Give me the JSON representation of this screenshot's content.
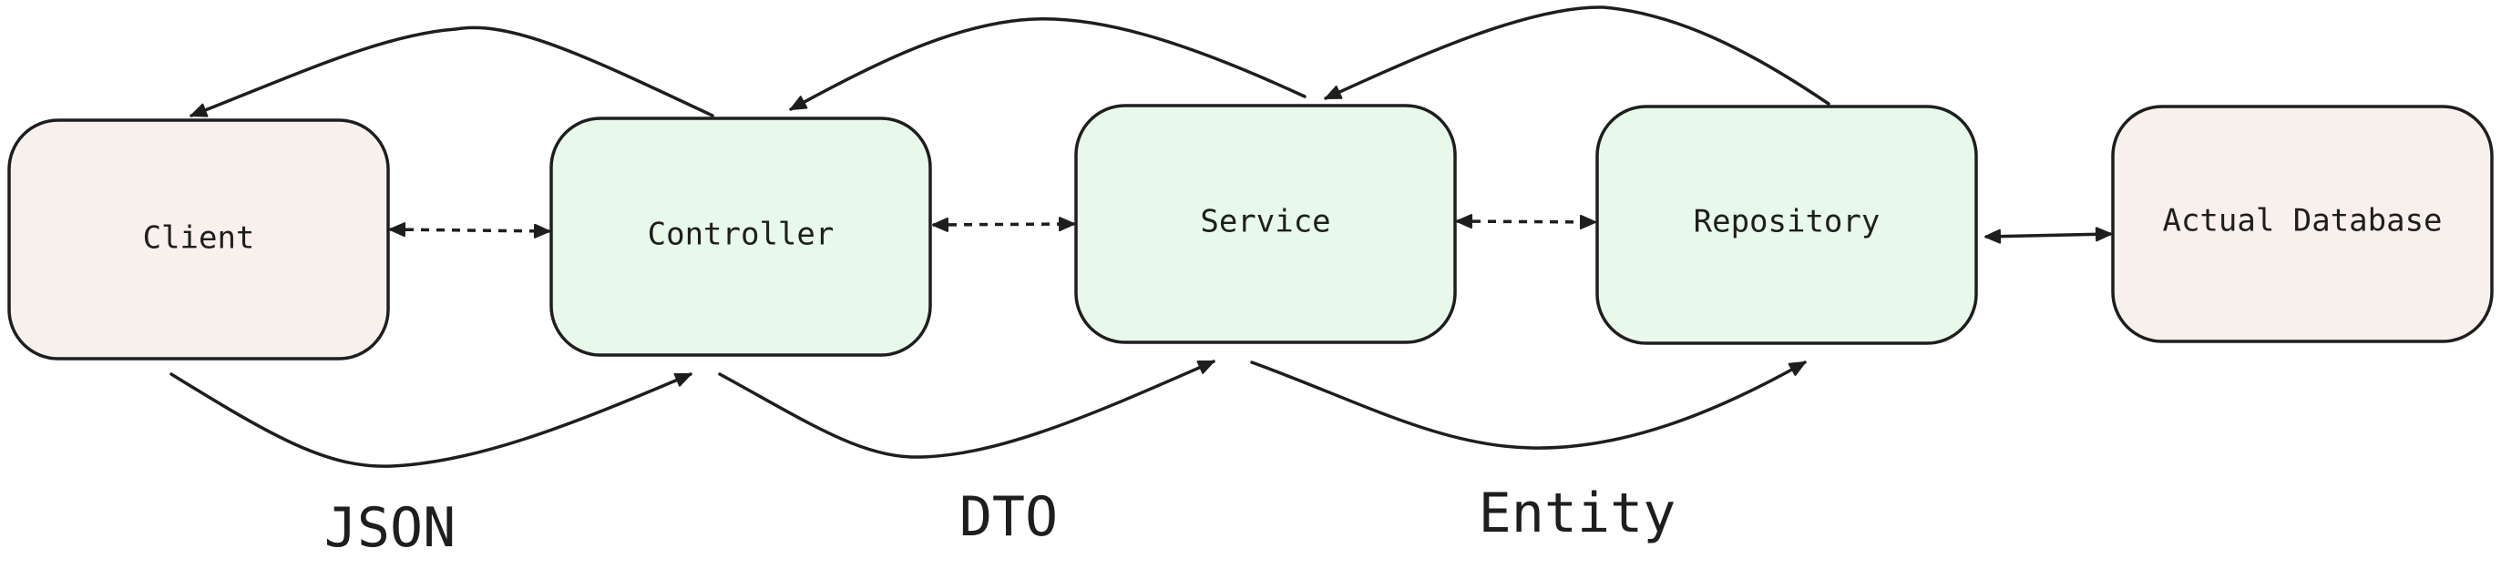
{
  "nodes": {
    "client": {
      "label": "Client",
      "fill": "#f7f0ec"
    },
    "controller": {
      "label": "Controller",
      "fill": "#e8f8ea"
    },
    "service": {
      "label": "Service",
      "fill": "#e8f8ea"
    },
    "repository": {
      "label": "Repository",
      "fill": "#e8f8ea"
    },
    "database": {
      "label": "Actual Database",
      "fill": "#f7f0ec"
    }
  },
  "captions": {
    "json": "JSON",
    "dto": "DTO",
    "entity": "Entity"
  },
  "colors": {
    "stroke": "#1e1e1e",
    "background": "#ffffff"
  }
}
